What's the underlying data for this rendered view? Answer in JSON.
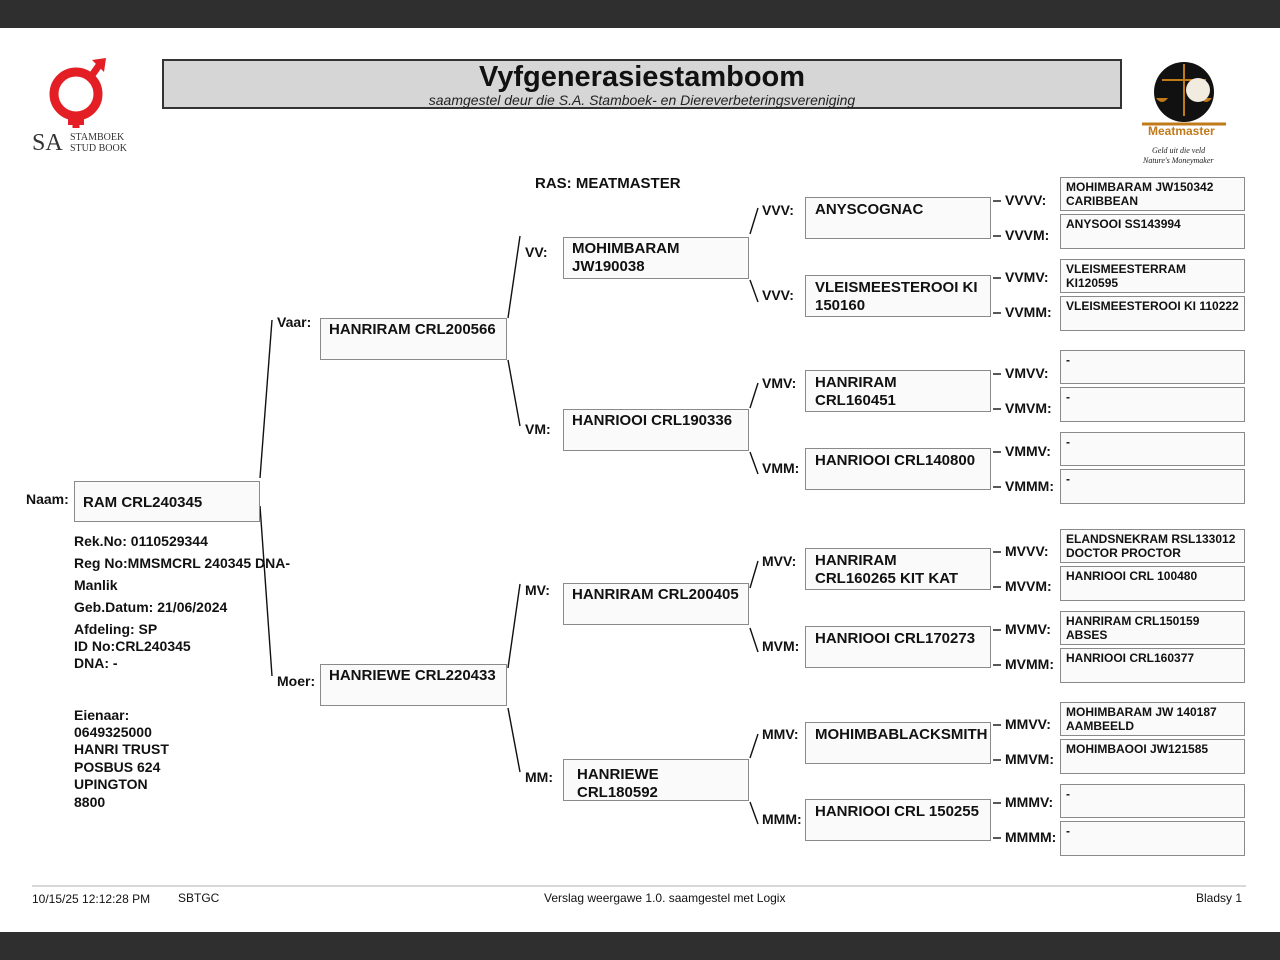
{
  "header": {
    "title": "Vyfgenerasiestamboom",
    "subtitle": "saamgestel deur die S.A. Stamboek- en Diereverbeteringsvereniging",
    "breed": "RAS: MEATMASTER"
  },
  "logo_left": {
    "sa": "SA",
    "line1": "STAMBOEK",
    "line2": "STUD BOOK",
    "color": "#e31e24"
  },
  "logo_right": {
    "brand": "Meatmaster",
    "tag1": "Geld uit die veld",
    "tag2": "Nature's Moneymaker",
    "color": "#c07a1a"
  },
  "animal": {
    "label": "Naam:",
    "name": "RAM CRL240345",
    "rek": "Rek.No: 0110529344",
    "reg": "Reg No:MMSMCRL 240345 DNA-",
    "sex": "Manlik",
    "dob": "Geb.Datum: 21/06/2024",
    "afdeling": "Afdeling: SP",
    "id_no": "ID No:CRL240345",
    "dna": "DNA: -",
    "owner_label": "Eienaar:",
    "owner_lines": [
      "0649325000",
      "HANRI TRUST",
      "POSBUS 624",
      "UPINGTON",
      "8800"
    ]
  },
  "gen2": [
    {
      "label": "Vaar:",
      "lines": [
        "HANRIRAM CRL200566"
      ]
    },
    {
      "label": "Moer:",
      "lines": [
        "HANRIEWE CRL220433"
      ]
    }
  ],
  "gen3": [
    {
      "label": "VV:",
      "lines": [
        "MOHIMBARAM",
        "JW190038"
      ]
    },
    {
      "label": "VM:",
      "lines": [
        "HANRIOOI CRL190336"
      ]
    },
    {
      "label": "MV:",
      "lines": [
        "HANRIRAM CRL200405"
      ]
    },
    {
      "label": "MM:",
      "lines": [
        "HANRIEWE CRL180592"
      ]
    }
  ],
  "gen4": [
    {
      "label": "VVV:",
      "lines": [
        "ANYSCOGNAC"
      ]
    },
    {
      "label": "VVV:",
      "lines": [
        "VLEISMEESTEROOI KI",
        "150160"
      ]
    },
    {
      "label": "VMV:",
      "lines": [
        "HANRIRAM CRL160451"
      ]
    },
    {
      "label": "VMM:",
      "lines": [
        "HANRIOOI CRL140800"
      ]
    },
    {
      "label": "MVV:",
      "lines": [
        "HANRIRAM",
        "CRL160265 KIT KAT"
      ]
    },
    {
      "label": "MVM:",
      "lines": [
        "HANRIOOI CRL170273"
      ]
    },
    {
      "label": "MMV:",
      "lines": [
        "MOHIMBABLACKSMITH"
      ]
    },
    {
      "label": "MMM:",
      "lines": [
        "HANRIOOI CRL 150255"
      ]
    }
  ],
  "gen5": [
    {
      "label": "VVVV:",
      "lines": [
        "MOHIMBARAM JW150342",
        "CARIBBEAN"
      ]
    },
    {
      "label": "VVVM:",
      "lines": [
        "ANYSOOI SS143994"
      ]
    },
    {
      "label": "VVMV:",
      "lines": [
        "VLEISMEESTERRAM",
        "KI120595"
      ]
    },
    {
      "label": "VVMM:",
      "lines": [
        "VLEISMEESTEROOI KI 110222"
      ]
    },
    {
      "label": "VMVV:",
      "lines": [
        "-"
      ]
    },
    {
      "label": "VMVM:",
      "lines": [
        "-"
      ]
    },
    {
      "label": "VMMV:",
      "lines": [
        "-"
      ]
    },
    {
      "label": "VMMM:",
      "lines": [
        "-"
      ]
    },
    {
      "label": "MVVV:",
      "lines": [
        "ELANDSNEKRAM RSL133012",
        "DOCTOR PROCTOR"
      ]
    },
    {
      "label": "MVVM:",
      "lines": [
        "HANRIOOI CRL 100480"
      ]
    },
    {
      "label": "MVMV:",
      "lines": [
        "HANRIRAM CRL150159",
        "ABSES"
      ]
    },
    {
      "label": "MVMM:",
      "lines": [
        "HANRIOOI CRL160377"
      ]
    },
    {
      "label": "MMVV:",
      "lines": [
        "MOHIMBARAM JW 140187",
        "AAMBEELD"
      ]
    },
    {
      "label": "MMVM:",
      "lines": [
        "MOHIMBAOOI JW121585"
      ]
    },
    {
      "label": "MMMV:",
      "lines": [
        "-"
      ]
    },
    {
      "label": "MMMM:",
      "lines": [
        "-"
      ]
    }
  ],
  "footer": {
    "timestamp": "10/15/25 12:12:28 PM",
    "code": "SBTGC",
    "report": "Verslag weergawe 1.0. saamgestel met Logix",
    "page": "Bladsy 1"
  }
}
